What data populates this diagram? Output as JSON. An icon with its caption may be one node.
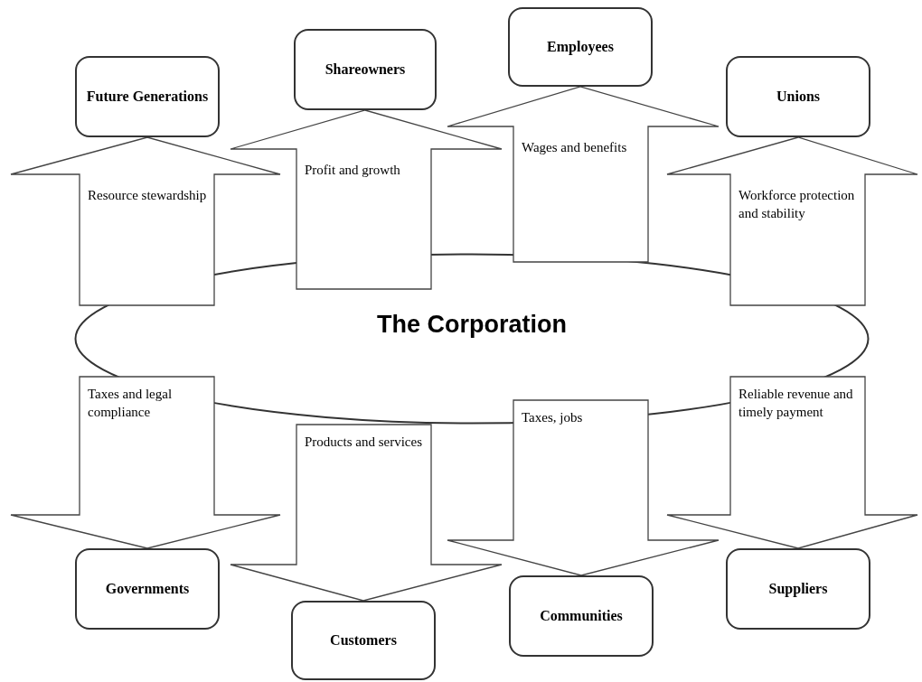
{
  "diagram": {
    "nodes": [
      {
        "text": [
          "The Corporation"
        ]
      },
      {
        "text": [
          "Future Generations"
        ]
      },
      {
        "text": [
          "Shareowners"
        ]
      },
      {
        "text": [
          "Employees"
        ]
      },
      {
        "text": [
          "Unions"
        ]
      },
      {
        "text": [
          "Governments"
        ]
      },
      {
        "text": [
          "Customers"
        ]
      },
      {
        "text": [
          "Communities"
        ]
      },
      {
        "text": [
          "Suppliers"
        ]
      }
    ],
    "edges": [
      {
        "from": 0,
        "to": 1,
        "arrow": "to",
        "label": "Resource stewardship"
      },
      {
        "from": 0,
        "to": 2,
        "arrow": "to",
        "label": "Profit and growth"
      },
      {
        "from": 0,
        "to": 3,
        "arrow": "to",
        "label": "Wages and benefits"
      },
      {
        "from": 0,
        "to": 4,
        "arrow": "to",
        "label": "Workforce protection and stability"
      },
      {
        "from": 0,
        "to": 5,
        "arrow": "to",
        "label": "Taxes and legal compliance"
      },
      {
        "from": 0,
        "to": 6,
        "arrow": "to",
        "label": "Products and services"
      },
      {
        "from": 0,
        "to": 7,
        "arrow": "to",
        "label": "Taxes, jobs"
      },
      {
        "from": 0,
        "to": 8,
        "arrow": "to",
        "label": "Reliable revenue and timely payment"
      }
    ]
  }
}
